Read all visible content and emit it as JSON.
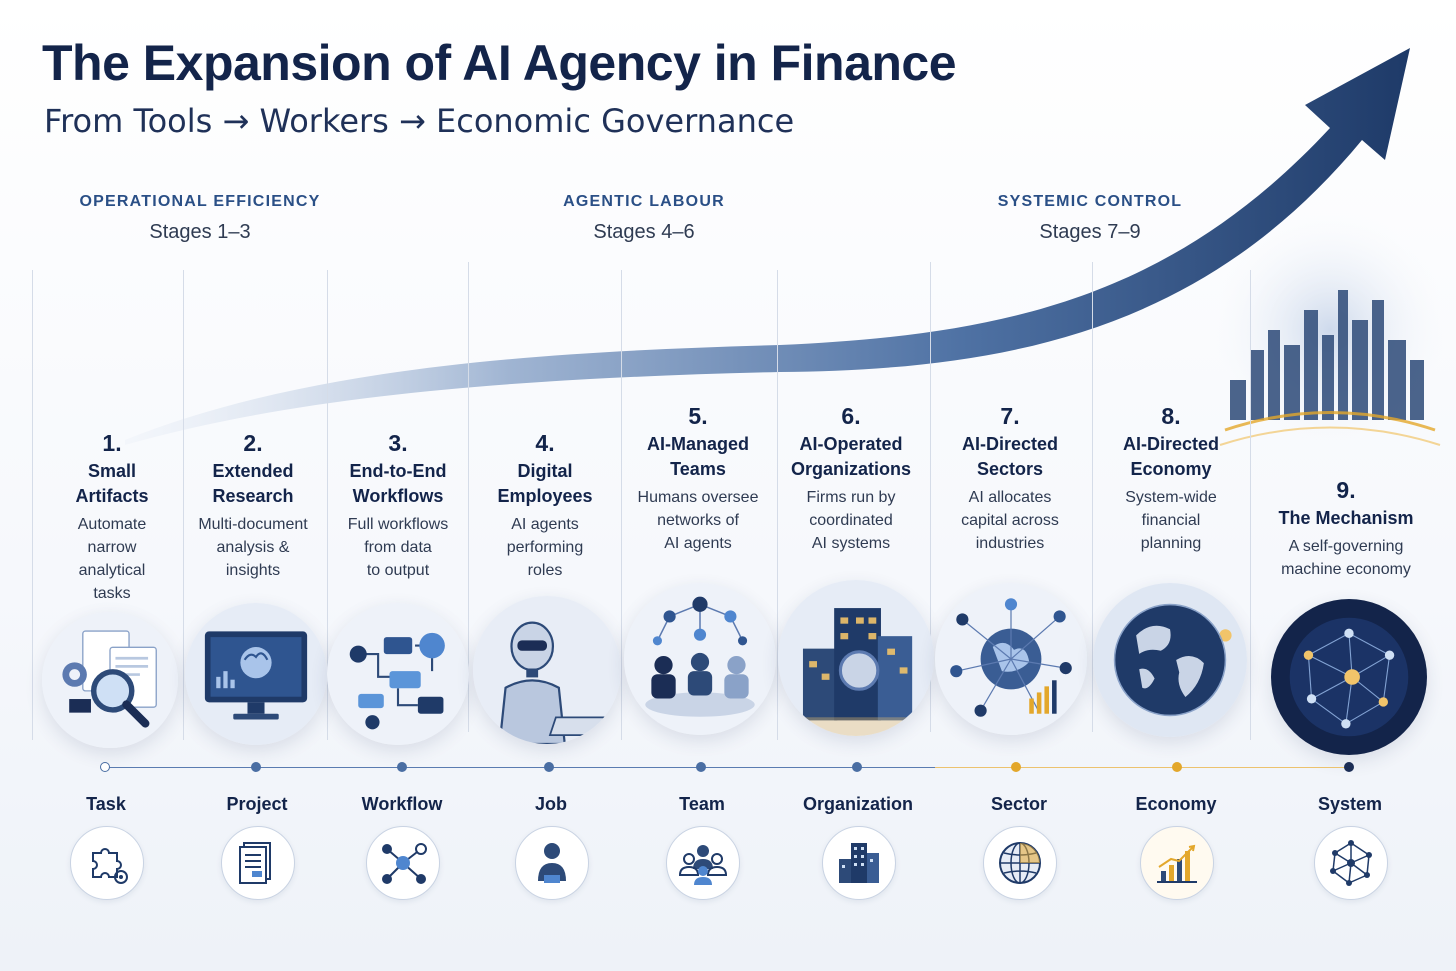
{
  "title": "The Expansion of AI Agency in Finance",
  "subtitle": "From Tools → Workers → Economic Governance",
  "phases": [
    {
      "name": "OPERATIONAL EFFICIENCY",
      "stages": "Stages 1–3"
    },
    {
      "name": "AGENTIC LABOUR",
      "stages": "Stages 4–6"
    },
    {
      "name": "SYSTEMIC CONTROL",
      "stages": "Stages 7–9"
    }
  ],
  "stages": [
    {
      "num": "1.",
      "title_lines": [
        "Small",
        "Artifacts"
      ],
      "desc_lines": [
        "Automate",
        "narrow",
        "analytical",
        "tasks"
      ]
    },
    {
      "num": "2.",
      "title_lines": [
        "Extended",
        "Research"
      ],
      "desc_lines": [
        "Multi-document",
        "analysis &",
        "insights"
      ]
    },
    {
      "num": "3.",
      "title_lines": [
        "End-to-End",
        "Workflows"
      ],
      "desc_lines": [
        "Full workflows",
        "from data",
        "to output"
      ]
    },
    {
      "num": "4.",
      "title_lines": [
        "Digital",
        "Employees"
      ],
      "desc_lines": [
        "AI agents",
        "performing",
        "roles"
      ]
    },
    {
      "num": "5.",
      "title_lines": [
        "AI-Managed",
        "Teams"
      ],
      "desc_lines": [
        "Humans oversee",
        "networks of",
        "AI agents"
      ]
    },
    {
      "num": "6.",
      "title_lines": [
        "AI-Operated",
        "Organizations"
      ],
      "desc_lines": [
        "Firms run by",
        "coordinated",
        "AI systems"
      ]
    },
    {
      "num": "7.",
      "title_lines": [
        "AI-Directed",
        "Sectors"
      ],
      "desc_lines": [
        "AI allocates",
        "capital across",
        "industries"
      ]
    },
    {
      "num": "8.",
      "title_lines": [
        "AI-Directed",
        "Economy"
      ],
      "desc_lines": [
        "System-wide",
        "financial",
        "planning"
      ]
    },
    {
      "num": "9.",
      "title_lines": [
        "The Mechanism"
      ],
      "desc_lines": [
        "A self-governing",
        "machine economy"
      ]
    }
  ],
  "levels": [
    {
      "label": "Task",
      "icon": "puzzle-gear-icon"
    },
    {
      "label": "Project",
      "icon": "document-icon"
    },
    {
      "label": "Workflow",
      "icon": "workflow-icon"
    },
    {
      "label": "Job",
      "icon": "person-icon"
    },
    {
      "label": "Team",
      "icon": "team-icon"
    },
    {
      "label": "Organization",
      "icon": "building-icon"
    },
    {
      "label": "Sector",
      "icon": "globe-icon"
    },
    {
      "label": "Economy",
      "icon": "growth-chart-icon"
    },
    {
      "label": "System",
      "icon": "network-icon"
    }
  ],
  "colors": {
    "navy": "#13244a",
    "accent_blue": "#2a4f86",
    "timeline_blue": "#4a6ea3",
    "gold": "#e3a72b",
    "dark_node": "#1b2d55"
  }
}
